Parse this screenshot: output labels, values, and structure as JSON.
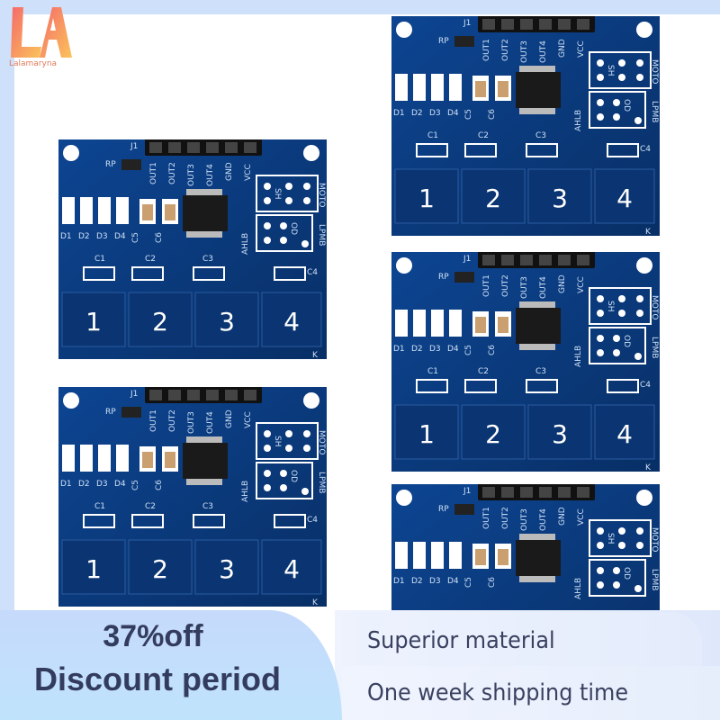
{
  "brand": {
    "logo_letters": "LA",
    "name": "Lalamaryna",
    "colors": {
      "logo": "#f08a5d",
      "frame": "#cfe0fb"
    }
  },
  "board": {
    "header": "J1",
    "resistor_pack": "RP",
    "pins": [
      "OUT1",
      "OUT2",
      "OUT3",
      "OUT4",
      "GND",
      "VCC"
    ],
    "leds": [
      "D1",
      "D2",
      "D3",
      "D4"
    ],
    "caps": [
      "C1",
      "C2",
      "C3",
      "C4",
      "C5",
      "C6"
    ],
    "jumpers": [
      "MOTO",
      "AHLB",
      "LPMB",
      "SH",
      "OD"
    ],
    "corner_mark": "K",
    "pads": [
      "1",
      "2",
      "3",
      "4"
    ],
    "colors": {
      "pcb": "#0b3d80",
      "silk": "#ffffff"
    }
  },
  "promo": {
    "discount": "37%off",
    "period": "Discount period"
  },
  "features": [
    "Superior material",
    "One week shipping time"
  ],
  "colors": {
    "banner": "#c6dafc",
    "text": "#343c5e"
  }
}
